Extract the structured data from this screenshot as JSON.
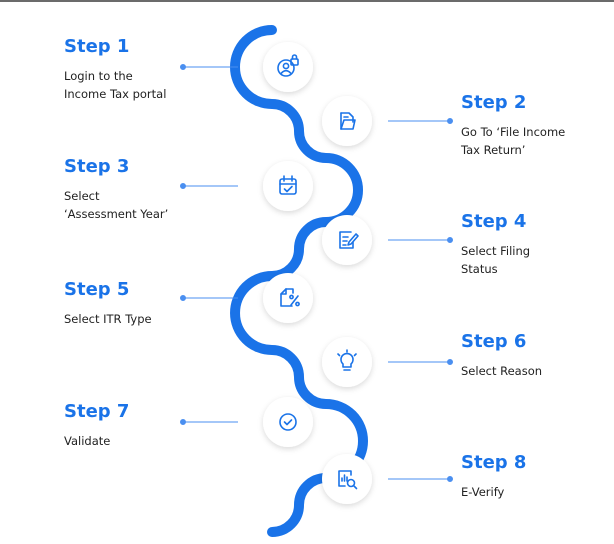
{
  "accent_color": "#1a73e8",
  "steps": [
    {
      "title": "Step 1",
      "line1": "Login to the",
      "line2": "Income Tax portal",
      "icon": "user-lock-icon"
    },
    {
      "title": "Step 2",
      "line1": "Go To ‘File Income",
      "line2": "Tax Return’",
      "icon": "document-folder-icon"
    },
    {
      "title": "Step 3",
      "line1": "Select",
      "line2": "‘Assessment Year’",
      "icon": "calendar-check-icon"
    },
    {
      "title": "Step 4",
      "line1": "Select Filing",
      "line2": "Status",
      "icon": "edit-document-icon"
    },
    {
      "title": "Step 5",
      "line1": "Select ITR Type",
      "line2": "",
      "icon": "percent-document-icon"
    },
    {
      "title": "Step 6",
      "line1": "Select Reason",
      "line2": "",
      "icon": "lightbulb-icon"
    },
    {
      "title": "Step 7",
      "line1": "Validate",
      "line2": "",
      "icon": "check-circle-icon"
    },
    {
      "title": "Step 8",
      "line1": "E-Verify",
      "line2": "",
      "icon": "report-search-icon"
    }
  ]
}
